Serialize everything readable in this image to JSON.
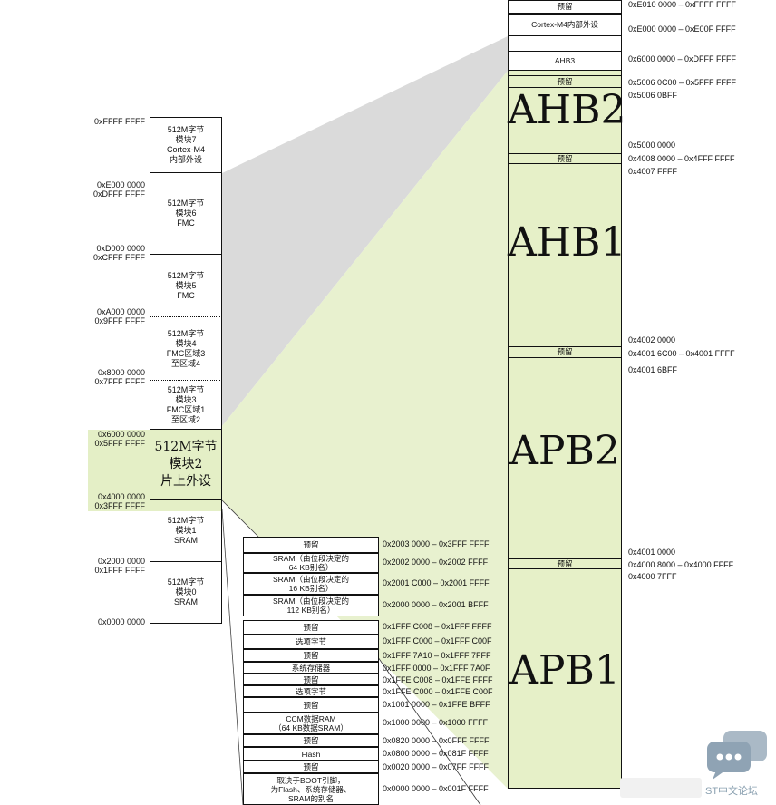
{
  "left_column": {
    "blocks": [
      {
        "id": "b7",
        "text": "512M字节\n模块7\nCortex-M4\n内部外设"
      },
      {
        "id": "b6",
        "text": "512M字节\n模块6\nFMC"
      },
      {
        "id": "b5",
        "text": "512M字节\n模块5\nFMC"
      },
      {
        "id": "b4",
        "text": "512M字节\n模块4\nFMC区域3\n至区域4"
      },
      {
        "id": "b3",
        "text": "512M字节\n模块3\nFMC区域1\n至区域2"
      },
      {
        "id": "b2",
        "text": "512M字节\n模块2\n片上外设"
      },
      {
        "id": "b1",
        "text": "512M字节\n模块1\nSRAM"
      },
      {
        "id": "b0",
        "text": "512M字节\n模块0\nSRAM"
      }
    ],
    "addresses": [
      "0xFFFF FFFF",
      "0xE000 0000",
      "0xDFFF FFFF",
      "0xD000 0000",
      "0xCFFF FFFF",
      "0xA000 0000",
      "0x9FFF FFFF",
      "0x8000 0000",
      "0x7FFF FFFF",
      "0x6000 0000",
      "0x5FFF FFFF",
      "0x4000 0000",
      "0x3FFF FFFF",
      "0x2000 0000",
      "0x1FFF FFFF",
      "0x0000 0000"
    ]
  },
  "right_column": {
    "cells": [
      {
        "id": "r0",
        "text": "预留"
      },
      {
        "id": "r1",
        "text": "Cortex-M4内部外设"
      },
      {
        "id": "r2",
        "text": "AHB3"
      },
      {
        "id": "r3",
        "text": "预留"
      },
      {
        "id": "r4",
        "text": "预留"
      },
      {
        "id": "r5",
        "text": "预留"
      },
      {
        "id": "r6",
        "text": "预留"
      }
    ],
    "bus_labels": [
      "AHB2",
      "AHB1",
      "APB2",
      "APB1"
    ],
    "addresses": [
      "0xE010 0000 – 0xFFFF FFFF",
      "0xE000 0000 – 0xE00F FFFF",
      "0x6000 0000 – 0xDFFF FFFF",
      "0x5006 0C00 – 0x5FFF FFFF",
      "0x5006 0BFF",
      "0x5000 0000",
      "0x4008 0000 – 0x4FFF FFFF",
      "0x4007 FFFF",
      "0x4002 0000",
      "0x4001 6C00 – 0x4001 FFFF",
      "0x4001 6BFF",
      "0x4001 0000",
      "0x4000 8000 – 0x4000 FFFF",
      "0x4000 7FFF"
    ]
  },
  "sram_detail": {
    "rows": [
      {
        "label": "预留",
        "addr": "0x2003 0000 – 0x3FFF FFFF"
      },
      {
        "label": "SRAM（由位段决定的\n64 KB别名）",
        "addr": "0x2002 0000 – 0x2002 FFFF"
      },
      {
        "label": "SRAM（由位段决定的\n16 KB别名）",
        "addr": "0x2001 C000 – 0x2001 FFFF"
      },
      {
        "label": "SRAM（由位段决定的\n112 KB别名）",
        "addr": "0x2000 0000 – 0x2001 BFFF"
      },
      {
        "label": "预留",
        "addr": "0x1FFF C008 – 0x1FFF FFFF"
      },
      {
        "label": "选项字节",
        "addr": "0x1FFF C000 – 0x1FFF C00F"
      },
      {
        "label": "预留",
        "addr": "0x1FFF 7A10 – 0x1FFF 7FFF"
      },
      {
        "label": "系统存储器",
        "addr": "0x1FFF 0000 – 0x1FFF 7A0F"
      },
      {
        "label": "预留",
        "addr": "0x1FFE C008 – 0x1FFE FFFF"
      },
      {
        "label": "选项字节",
        "addr": "0x1FFE C000 – 0x1FFE C00F"
      },
      {
        "label": "预留",
        "addr": "0x1001 0000 – 0x1FFE BFFF"
      },
      {
        "label": "CCM数据RAM\n（64 KB数据SRAM）",
        "addr": "0x1000 0000 – 0x1000 FFFF"
      },
      {
        "label": "预留",
        "addr": "0x0820 0000 – 0x0FFF FFFF"
      },
      {
        "label": "Flash",
        "addr": "0x0800 0000 – 0x081F FFFF"
      },
      {
        "label": "预留",
        "addr": "0x0020 0000 – 0x07FF FFFF"
      },
      {
        "label": "取决于BOOT引脚，\n为Flash、系统存储器、\nSRAM的别名",
        "addr": "0x0000 0000 – 0x001F FFFF"
      }
    ]
  },
  "watermark": "ST中文论坛",
  "colors": {
    "highlight": "#e6f0c8",
    "highlight_strong": "#dcebb6",
    "funnel": "#d9d9d9",
    "line": "#111111"
  }
}
